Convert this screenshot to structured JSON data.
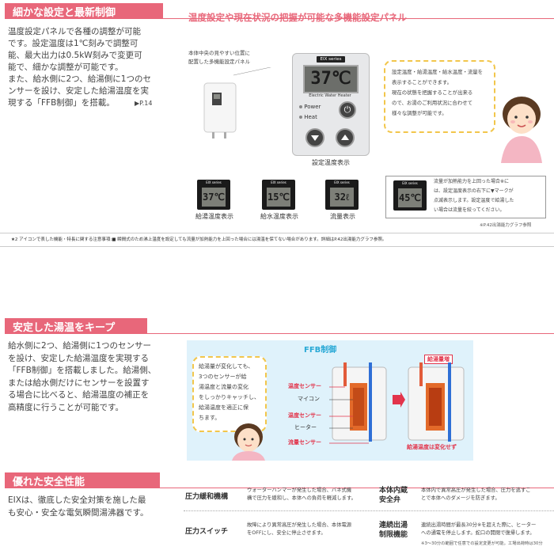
{
  "colors": {
    "accent": "#e8677a",
    "bubble_border": "#f2c64b",
    "ffb_bg": "#dff2fb",
    "ffb_title": "#29a9d6"
  },
  "section1": {
    "title": "細かな設定と最新制御",
    "body_lines": [
      "温度設定パネルで各種の調整が可能",
      "です。設定温度は1℃刻みで調整可",
      "能、最大出力は0.5kW刻みで変更可",
      "能で、細かな調整が可能です。",
      "また、給水側に2つ、給湯側に1つのセ",
      "ンサーを設け、安定した給湯温度を実",
      "現する「FFB制御」を搭載。"
    ],
    "page_ref": "▶P.14",
    "panel_heading": "温度設定や現在状況の把握が可能な多機能設定パネル",
    "unit_caption_lines": [
      "本体中央の見やすい位置に",
      "配置した多機能設定パネル"
    ],
    "panel": {
      "brand": "EIX series",
      "display": "37℃",
      "label": "Electric Water Heater",
      "power": "Power",
      "heat": "Heat",
      "caption": "設定温度表示"
    },
    "bubble_lines": [
      "設定温度・給湯温度・給水温度・流量を",
      "表示することができます。",
      "現在の状態を把握することが出来る",
      "ので、お湯のご利用状況に合わせて",
      "様々な調整が可能です。"
    ],
    "displays": [
      {
        "value": "37℃",
        "caption": "給湯温度表示"
      },
      {
        "value": "15℃",
        "caption": "給水温度表示"
      },
      {
        "value": "32ℓ",
        "caption": "流量表示"
      }
    ],
    "flow_display": {
      "value": "45℃",
      "note_lines": [
        "流量が加熱能力を上回った場合※に",
        "は、設定温度表示の右下に▼マークが",
        "点滅表示します。設定温度で給湯した",
        "い場合は流量を絞ってください。"
      ]
    },
    "ref_note": "※P.42出湯能力グラフ参照",
    "footnote": "★2 アイコンで表した機能・特長に関する注意事項:■ 瞬間式のため沸上温度を設定しても流量が加熱能力を上回った場合には湯温を保てない場合があります。詳細はP.42出湯能力グラフ参照。"
  },
  "section2": {
    "title": "安定した湯温をキープ",
    "body_lines": [
      "給水側に2つ、給湯側に1つのセンサー",
      "を設け、安定した給湯温度を実現する",
      "「FFB制御」を搭載しました。給湯側、",
      "または給水側だけにセンサーを設置す",
      "る場合に比べると、給湯温度の補正を",
      "高精度に行うことが可能です。"
    ],
    "ffb_title": "FFB制御",
    "bubble_lines": [
      "給湯量が変化しても、",
      "3つのセンサーが給",
      "湯温度と流量の変化",
      "をしっかりキャッチし、",
      "給湯温度を適正に保",
      "ちます。"
    ],
    "labels": {
      "temp_sensor_top": "温度センサー",
      "micon": "マイコン",
      "temp_sensor_mid": "温度センサー",
      "heater": "ヒーター",
      "flow_sensor": "流量センサー",
      "flow_up": "給湯量増",
      "no_change": "給湯温度は変化せず"
    }
  },
  "section3": {
    "title": "優れた安全性能",
    "body_lines": [
      "EIXは、徹底した安全対策を施した最",
      "も安心・安全な電気瞬間湯沸器です。"
    ],
    "features": [
      {
        "key": "圧力緩和機構",
        "desc": [
          "ウォーターハンマーが発生した場合、バネ式機",
          "構で圧力を緩和し、本体への負荷を軽減します。"
        ]
      },
      {
        "key": "本体内蔵安全弁",
        "desc": [
          "本体内で異常高圧が発生した場合、圧力を逃すこ",
          "とで本体へのダメージを防ぎます。"
        ]
      },
      {
        "key": "圧力スイッチ",
        "desc": [
          "故障により異常高圧が発生した場合、本体電源",
          "をOFFにし、安全に停止させます。"
        ]
      },
      {
        "key": "連続出湯制限機能",
        "desc": [
          "連続出湯時間が最長30分※を超えた際に、ヒーター",
          "への通電を停止します。蛇口の開閉で復帰します。"
        ]
      }
    ],
    "foot": "※3～30分の範囲で任意での設定変更が可能。工場出荷時は30分"
  }
}
